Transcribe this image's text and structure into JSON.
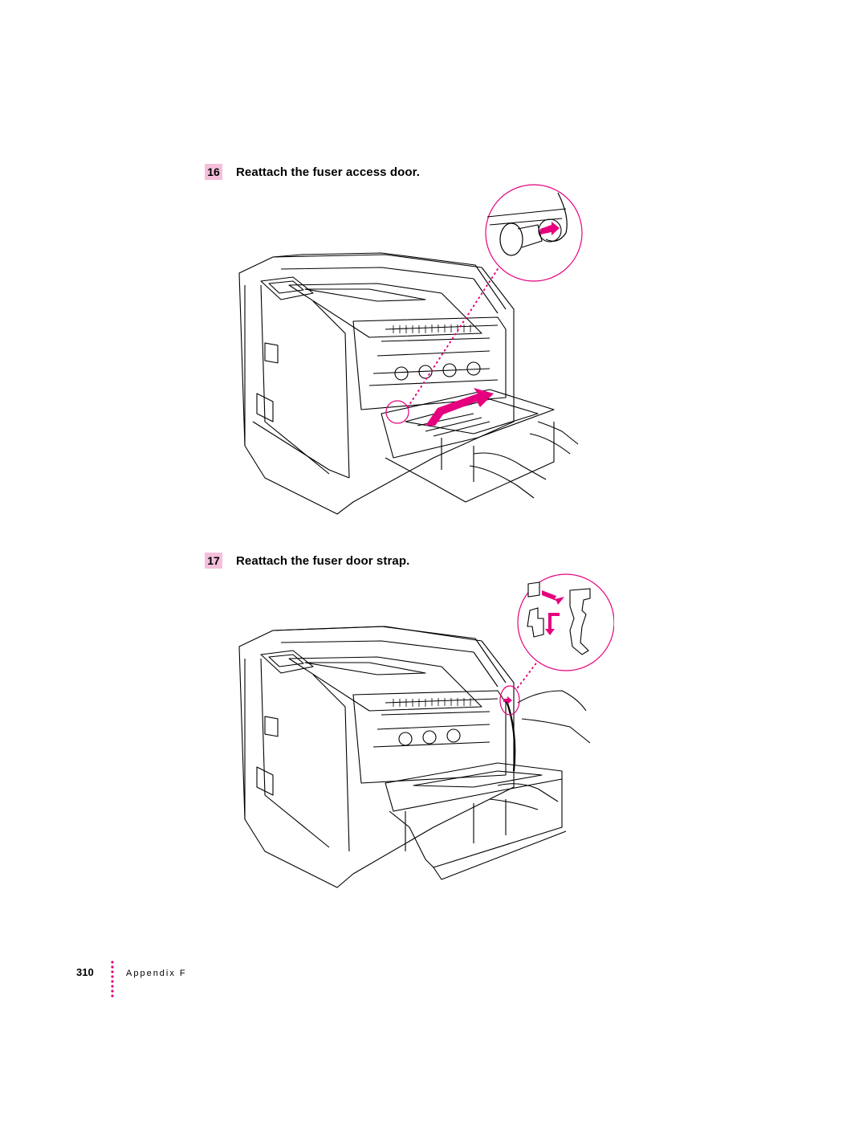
{
  "colors": {
    "accent": "#e6007e",
    "step_badge_bg": "#f5bfdc",
    "ink": "#000000"
  },
  "steps": [
    {
      "number": "16",
      "text": "Reattach the fuser access door."
    },
    {
      "number": "17",
      "text": "Reattach the fuser door strap."
    }
  ],
  "footer": {
    "page_number": "310",
    "section": "Appendix F"
  }
}
